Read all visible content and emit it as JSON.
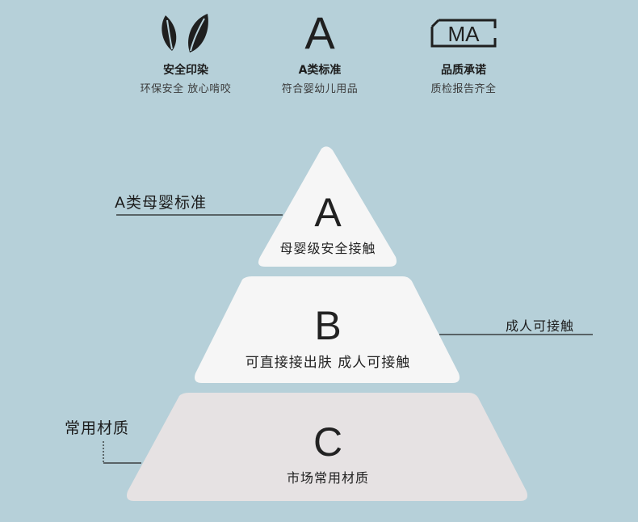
{
  "badges": [
    {
      "icon": "leaves-icon",
      "title": "安全印染",
      "subtitle": "环保安全 放心啃咬"
    },
    {
      "icon": "letter-a-icon",
      "glyph": "A",
      "title": "A类标准",
      "subtitle": "符合婴幼儿用品"
    },
    {
      "icon": "ma-certification-icon",
      "glyph": "MA",
      "title": "品质承诺",
      "subtitle": "质检报告齐全"
    }
  ],
  "pyramid": {
    "top": {
      "grade": "A",
      "caption": "母婴级安全接触",
      "side_label": "A类母婴标准"
    },
    "middle": {
      "grade": "B",
      "caption": "可直接接出肤 成人可接触",
      "side_label": "成人可接触"
    },
    "bottom": {
      "grade": "C",
      "caption": "市场常用材质",
      "side_label": "常用材质"
    }
  },
  "colors": {
    "background": "#b6d0d9",
    "tier_light": "#f6f6f6",
    "tier_bottom": "#e6e2e3",
    "ink": "#222222"
  }
}
